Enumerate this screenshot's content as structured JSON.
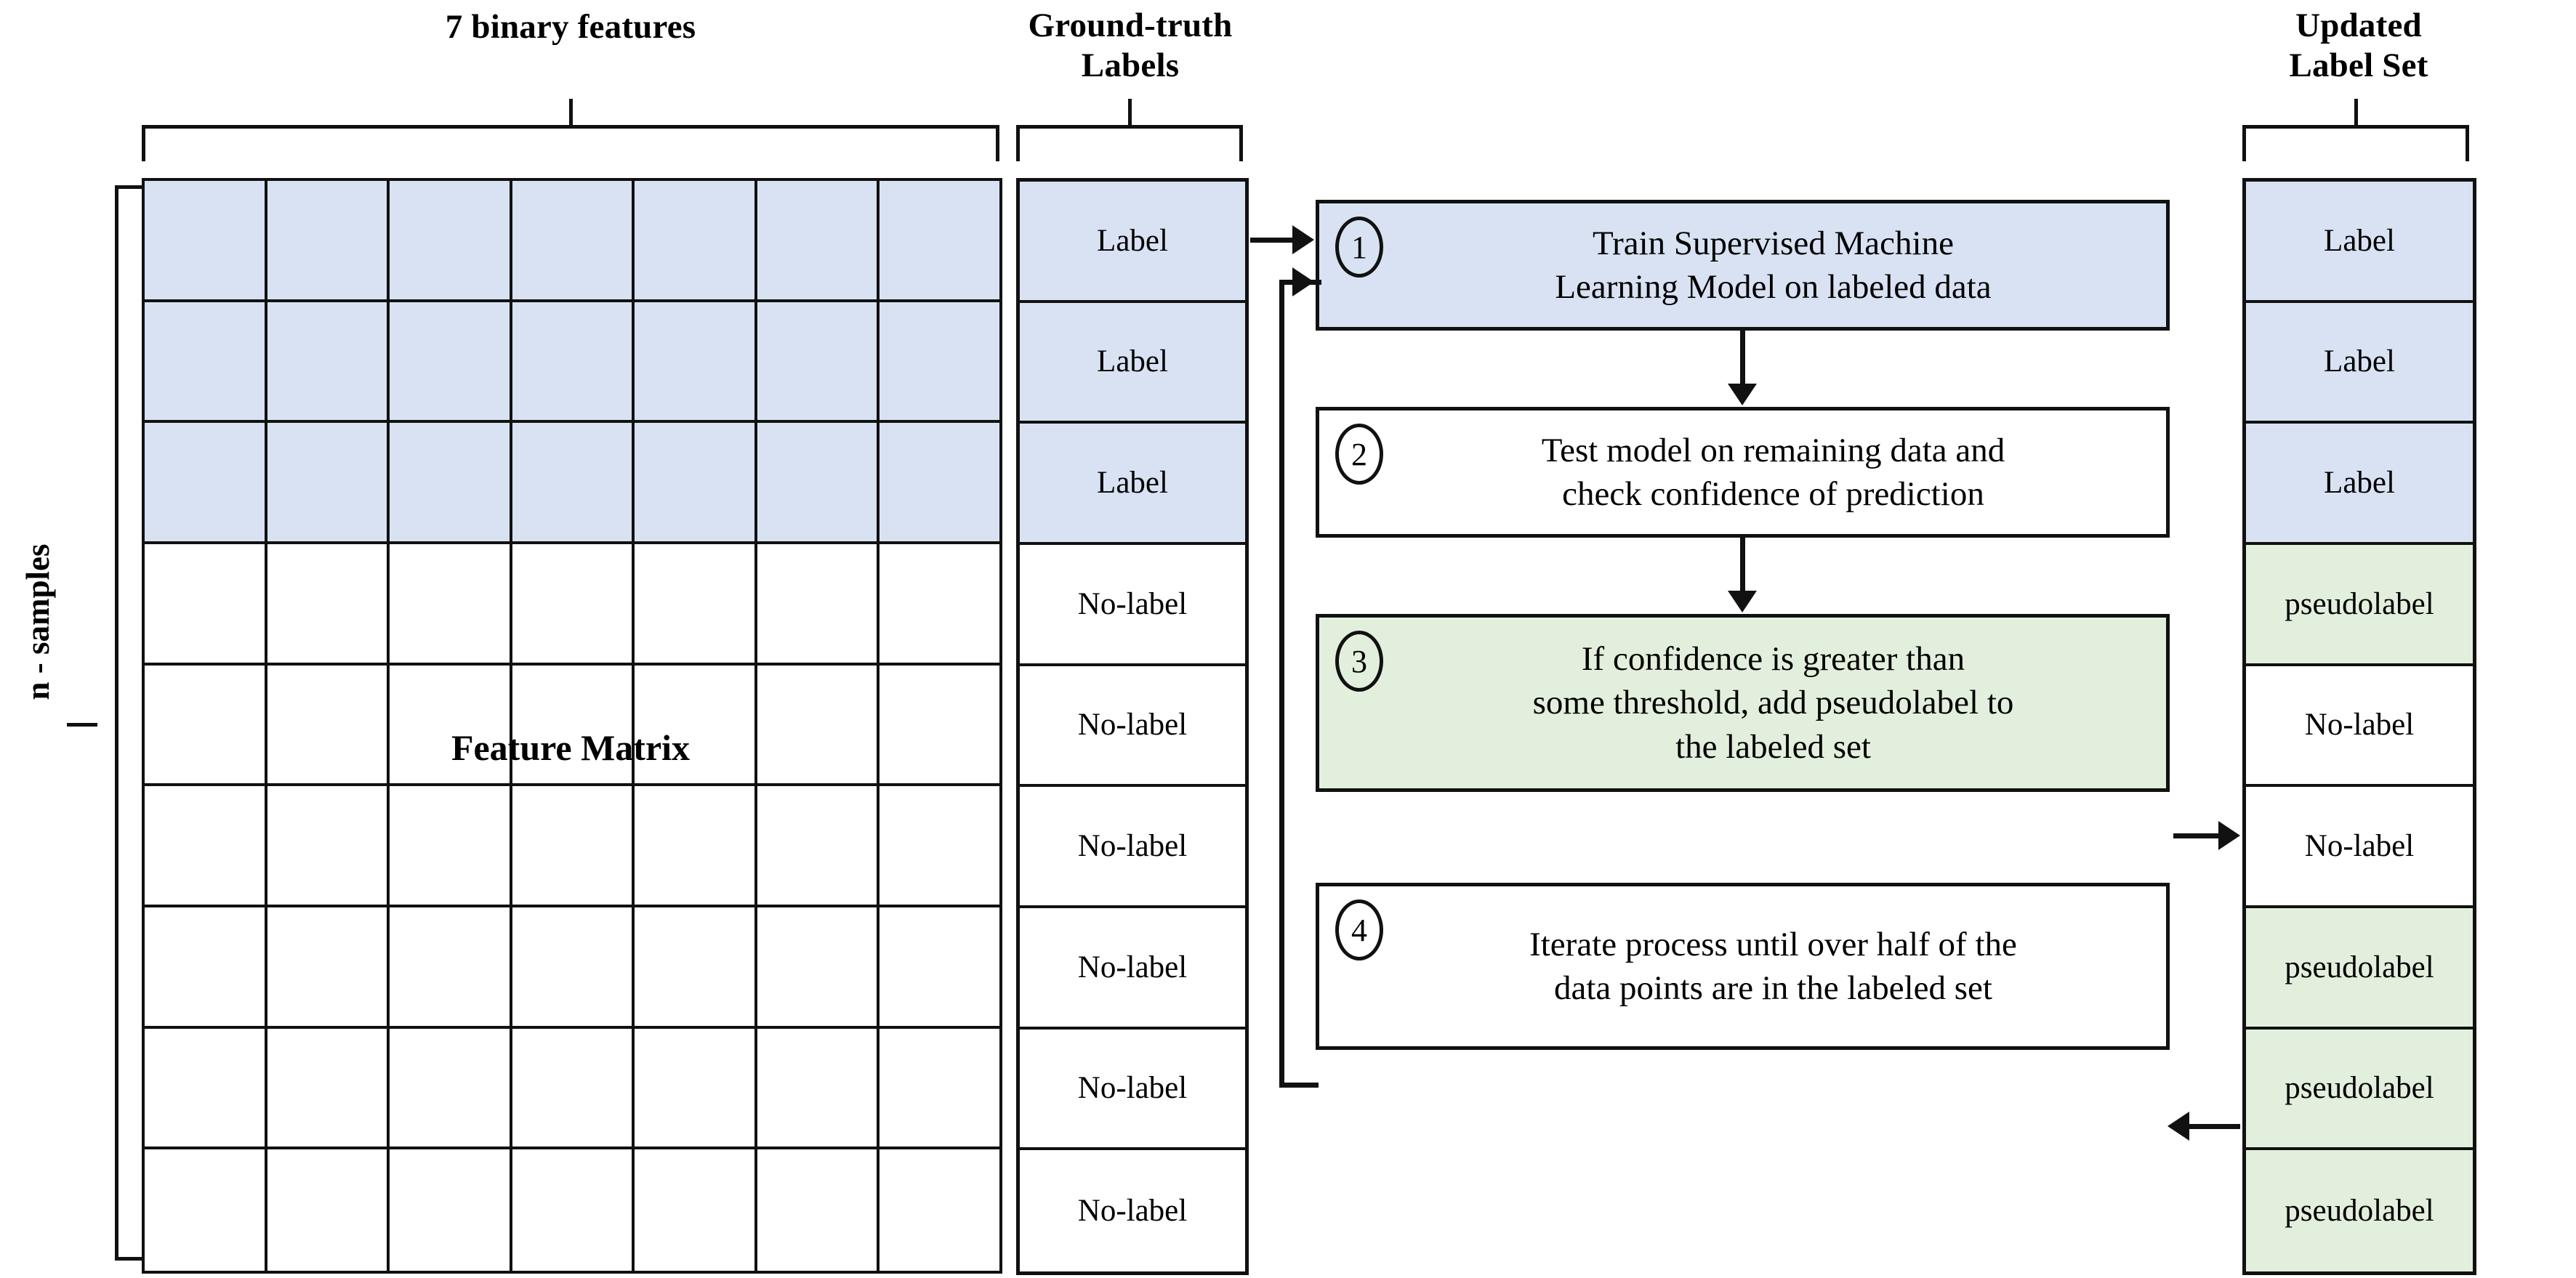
{
  "headings": {
    "features": "7 binary features",
    "ground_truth": "Ground-truth\nLabels",
    "ground_truth_line1": "Ground-truth",
    "ground_truth_line2": "Labels",
    "updated_line1": "Updated",
    "updated_line2": "Label Set",
    "n_samples": "n - samples",
    "feature_matrix": "Feature Matrix"
  },
  "matrix": {
    "columns": 7,
    "rows": 9,
    "labeled_rows": 3,
    "labeled_fill": "#d9e2f3",
    "unlabeled_fill": "#ffffff"
  },
  "ground_truth_labels": [
    {
      "text": "Label",
      "state": "labeled"
    },
    {
      "text": "Label",
      "state": "labeled"
    },
    {
      "text": "Label",
      "state": "labeled"
    },
    {
      "text": "No-label",
      "state": "unlabeled"
    },
    {
      "text": "No-label",
      "state": "unlabeled"
    },
    {
      "text": "No-label",
      "state": "unlabeled"
    },
    {
      "text": "No-label",
      "state": "unlabeled"
    },
    {
      "text": "No-label",
      "state": "unlabeled"
    },
    {
      "text": "No-label",
      "state": "unlabeled"
    }
  ],
  "updated_label_set": [
    {
      "text": "Label",
      "state": "labeled"
    },
    {
      "text": "Label",
      "state": "labeled"
    },
    {
      "text": "Label",
      "state": "labeled"
    },
    {
      "text": "pseudolabel",
      "state": "pseudo"
    },
    {
      "text": "No-label",
      "state": "unlabeled"
    },
    {
      "text": "No-label",
      "state": "unlabeled"
    },
    {
      "text": "pseudolabel",
      "state": "pseudo"
    },
    {
      "text": "pseudolabel",
      "state": "pseudo"
    },
    {
      "text": "pseudolabel",
      "state": "pseudo"
    }
  ],
  "steps": [
    {
      "number": "1",
      "text": "Train Supervised Machine Learning Model on labeled data",
      "line1": "Train Supervised Machine",
      "line2": "Learning Model on labeled data",
      "fill": "#d9e2f3"
    },
    {
      "number": "2",
      "text": "Test model on remaining data  and check confidence of prediction",
      "line1": "Test model on remaining data  and",
      "line2": "check confidence of prediction",
      "fill": "#ffffff"
    },
    {
      "number": "3",
      "text": "If confidence is greater than some threshold, add pseudolabel to the labeled set",
      "line1": "If confidence is greater than",
      "line2": "some threshold, add pseudolabel to",
      "line3": "the labeled set",
      "fill": "#e2efdc"
    },
    {
      "number": "4",
      "text": "Iterate process until over half of the data points are in the labeled set",
      "line1": "Iterate process until over half of the",
      "line2": "data points are in the labeled set",
      "fill": "#ffffff"
    }
  ],
  "colors": {
    "labeled_blue": "#d9e2f3",
    "pseudo_green": "#e2efdc",
    "stroke": "#111111",
    "background": "#ffffff"
  }
}
